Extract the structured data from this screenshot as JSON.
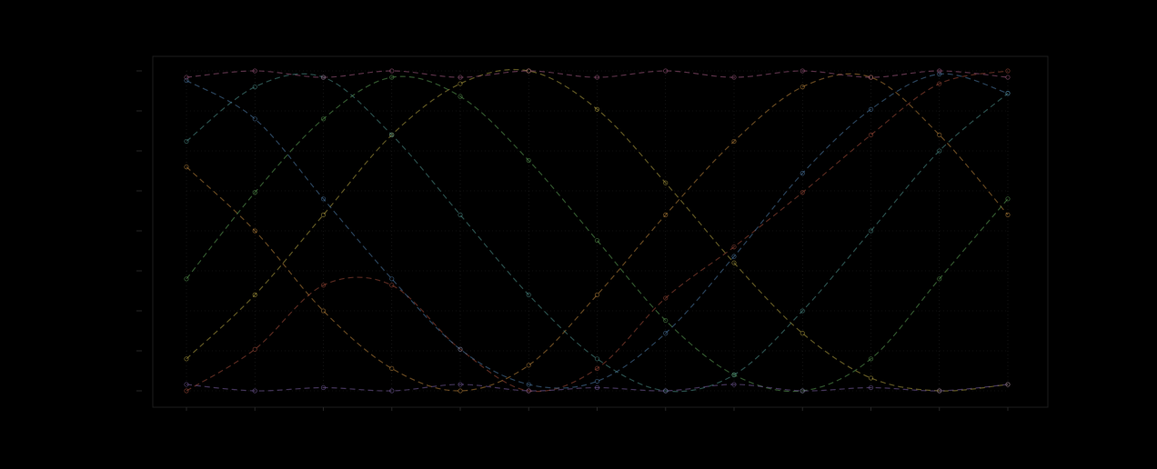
{
  "figure": {
    "background": "#000000",
    "axes_color": "#1c1c1c",
    "grid_color": "#202020",
    "text_color": "#262626"
  },
  "chart_data": {
    "type": "line",
    "title": "",
    "xlabel": "",
    "ylabel": "",
    "xlim": [
      0,
      12
    ],
    "ylim": [
      0,
      1
    ],
    "grid": true,
    "style": "dashed",
    "legend": "none",
    "series": [
      {
        "color": "#a04a38",
        "points": [
          [
            0.0,
            0.0
          ],
          [
            1.0,
            0.13
          ],
          [
            2.0,
            0.33
          ],
          [
            3.0,
            0.33
          ],
          [
            4.0,
            0.13
          ],
          [
            5.0,
            0.0
          ],
          [
            6.0,
            0.07
          ],
          [
            7.0,
            0.29
          ],
          [
            8.0,
            0.45
          ],
          [
            9.0,
            0.62
          ],
          [
            10.0,
            0.8
          ],
          [
            11.0,
            0.96
          ],
          [
            12.0,
            1.0
          ]
        ]
      },
      {
        "color": "#b9833a",
        "points": [
          [
            0.0,
            0.7
          ],
          [
            1.0,
            0.5
          ],
          [
            2.0,
            0.25
          ],
          [
            3.0,
            0.07
          ],
          [
            4.0,
            0.0
          ],
          [
            5.0,
            0.08
          ],
          [
            6.0,
            0.3
          ],
          [
            7.0,
            0.55
          ],
          [
            8.0,
            0.78
          ],
          [
            9.0,
            0.95
          ],
          [
            10.0,
            0.98
          ],
          [
            11.0,
            0.8
          ],
          [
            12.0,
            0.55
          ]
        ]
      },
      {
        "color": "#b0a040",
        "points": [
          [
            0.0,
            0.1
          ],
          [
            1.0,
            0.3
          ],
          [
            2.0,
            0.55
          ],
          [
            3.0,
            0.8
          ],
          [
            4.0,
            0.96
          ],
          [
            5.0,
            1.0
          ],
          [
            6.0,
            0.88
          ],
          [
            7.0,
            0.65
          ],
          [
            8.0,
            0.4
          ],
          [
            9.0,
            0.18
          ],
          [
            10.0,
            0.04
          ],
          [
            11.0,
            0.0
          ],
          [
            12.0,
            0.02
          ]
        ]
      },
      {
        "color": "#5b9e54",
        "points": [
          [
            0.0,
            0.35
          ],
          [
            1.0,
            0.62
          ],
          [
            2.0,
            0.85
          ],
          [
            3.0,
            0.98
          ],
          [
            4.0,
            0.92
          ],
          [
            5.0,
            0.72
          ],
          [
            6.0,
            0.47
          ],
          [
            7.0,
            0.22
          ],
          [
            8.0,
            0.05
          ],
          [
            9.0,
            0.0
          ],
          [
            10.0,
            0.1
          ],
          [
            11.0,
            0.35
          ],
          [
            12.0,
            0.6
          ]
        ]
      },
      {
        "color": "#4c8f8a",
        "points": [
          [
            0.0,
            0.78
          ],
          [
            1.0,
            0.95
          ],
          [
            2.0,
            0.98
          ],
          [
            3.0,
            0.8
          ],
          [
            4.0,
            0.55
          ],
          [
            5.0,
            0.3
          ],
          [
            6.0,
            0.1
          ],
          [
            7.0,
            0.0
          ],
          [
            8.0,
            0.05
          ],
          [
            9.0,
            0.25
          ],
          [
            10.0,
            0.5
          ],
          [
            11.0,
            0.75
          ],
          [
            12.0,
            0.93
          ]
        ]
      },
      {
        "color": "#4d7aa6",
        "points": [
          [
            0.0,
            0.97
          ],
          [
            1.0,
            0.85
          ],
          [
            2.0,
            0.6
          ],
          [
            3.0,
            0.35
          ],
          [
            4.0,
            0.13
          ],
          [
            5.0,
            0.02
          ],
          [
            6.0,
            0.03
          ],
          [
            7.0,
            0.18
          ],
          [
            8.0,
            0.42
          ],
          [
            9.0,
            0.68
          ],
          [
            10.0,
            0.88
          ],
          [
            11.0,
            0.99
          ],
          [
            12.0,
            0.93
          ]
        ]
      },
      {
        "color": "#7a5fa3",
        "points": [
          [
            0.0,
            0.02
          ],
          [
            1.0,
            0.0
          ],
          [
            2.0,
            0.01
          ],
          [
            3.0,
            0.0
          ],
          [
            4.0,
            0.02
          ],
          [
            5.0,
            0.0
          ],
          [
            6.0,
            0.01
          ],
          [
            7.0,
            0.0
          ],
          [
            8.0,
            0.02
          ],
          [
            9.0,
            0.0
          ],
          [
            10.0,
            0.01
          ],
          [
            11.0,
            0.0
          ],
          [
            12.0,
            0.02
          ]
        ]
      },
      {
        "color": "#a25a82",
        "points": [
          [
            0.0,
            0.98
          ],
          [
            1.0,
            1.0
          ],
          [
            2.0,
            0.98
          ],
          [
            3.0,
            1.0
          ],
          [
            4.0,
            0.98
          ],
          [
            5.0,
            1.0
          ],
          [
            6.0,
            0.98
          ],
          [
            7.0,
            1.0
          ],
          [
            8.0,
            0.98
          ],
          [
            9.0,
            1.0
          ],
          [
            10.0,
            0.98
          ],
          [
            11.0,
            1.0
          ],
          [
            12.0,
            0.98
          ]
        ]
      }
    ]
  }
}
